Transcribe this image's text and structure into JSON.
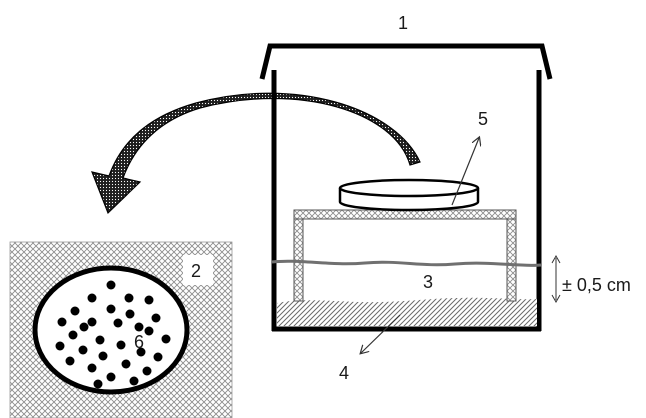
{
  "labels": {
    "l1": "1",
    "l2": "2",
    "l3": "3",
    "l4": "4",
    "l5": "5",
    "l6": "6",
    "measure": "± 0,5 cm"
  },
  "colors": {
    "outline": "#000000",
    "water_line": "#707070",
    "hatch": "#9a9a9a",
    "background": "#ffffff"
  }
}
